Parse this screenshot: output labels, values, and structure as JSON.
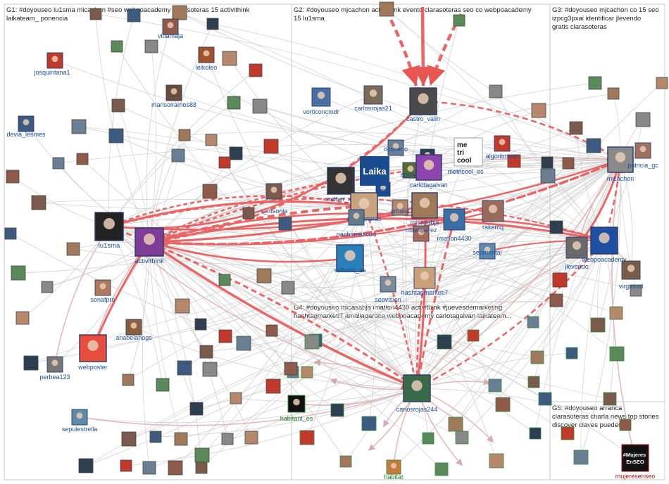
{
  "groups": [
    {
      "id": "g1",
      "label_lines": [
        "G1: #doyouseo lu1sma micachon #seo webpoacademy clarasoteras 15 activithink",
        "laikateam_ ponencia"
      ]
    },
    {
      "id": "g2",
      "label_lines": [
        "G2: #doyouseo mjcachon activithink evento clarasoteras seo co webpoacademy",
        "15 lu1sma"
      ]
    },
    {
      "id": "g3",
      "label_lines": [
        "G3: #doyouseo mjcachon co 15 seo",
        "izpcg3pxai identificar jlevendo",
        "gratis clarasoteras"
      ]
    },
    {
      "id": "g4",
      "label_lines": [
        "G4: #doyouseo micasabja imation4430 activithink #juevesdemarketing",
        "hashtagmarketi7 amaliagaroca webpoacademy carlotagalvan laikateam..."
      ]
    },
    {
      "id": "g5",
      "label_lines": [
        "G5: #doyouseo arranca",
        "clarasoteras charla news top stories",
        "discover claves puedes"
      ]
    }
  ],
  "nodes": [
    {
      "id": "josquintana1",
      "label": "josquintana1",
      "color": "#c0392b"
    },
    {
      "id": "vidamaja",
      "label": "vidamaja",
      "color": "#8e5a4a"
    },
    {
      "id": "leikoleo",
      "label": "leikoleo",
      "color": "#a0522d"
    },
    {
      "id": "marisolramos88",
      "label": "marisolramos88",
      "color": "#6b4c3b"
    },
    {
      "id": "devia_lesmes",
      "label": "devia_lesmes",
      "color": "#3d5a80"
    },
    {
      "id": "lu1sma",
      "label": "lu1sma",
      "color": "#222222"
    },
    {
      "id": "activithink",
      "label": "activithink",
      "color": "#7d3c98"
    },
    {
      "id": "sonafpro",
      "label": "sonafpro",
      "color": "#b07a5a"
    },
    {
      "id": "anabelanogs",
      "label": "anabelanogs",
      "color": "#8b5e3c"
    },
    {
      "id": "webposter",
      "label": "webposter",
      "color": "#e74c3c"
    },
    {
      "id": "perbea123",
      "label": "perbea123",
      "color": "#777777"
    },
    {
      "id": "sepulestrella",
      "label": "sepulestrella",
      "color": "#5d8aa8"
    },
    {
      "id": "vorticoncmdr",
      "label": "vorticoncmdr",
      "color": "#4a6fa5"
    },
    {
      "id": "carlosrojas21",
      "label": "carlosrojas21",
      "color": "#7a6a58"
    },
    {
      "id": "castro_valin",
      "label": "castro_valin",
      "color": "#4a4a4a"
    },
    {
      "id": "ocaserio",
      "label": "ocaserio",
      "color": "#6a7f94"
    },
    {
      "id": "laikateam_",
      "label": "am_",
      "color": "#1b4b8f"
    },
    {
      "id": "aoloigna",
      "label": "aoloign",
      "color": "#556b2f"
    },
    {
      "id": "seox",
      "label": "se",
      "color": "#2c3e50"
    },
    {
      "id": "esther_az",
      "label": "esther_az",
      "color": "#333333"
    },
    {
      "id": "clarasoteras",
      "label": "clarasoteras",
      "color": "#c9a27e"
    },
    {
      "id": "amalia",
      "label": "amalia",
      "color": "#b5876b"
    },
    {
      "id": "micasabja",
      "label": "micasabja",
      "color": "#a0785a"
    },
    {
      "id": "metricool_es",
      "label": "metricool_es",
      "color": "#222222"
    },
    {
      "id": "carlotagalvan",
      "label": "carlotagalvan",
      "color": "#8e44ad"
    },
    {
      "id": "algoritmove",
      "label": "algoritmove",
      "color": "#c0392b"
    },
    {
      "id": "s_msonia",
      "label": "s_msonia",
      "color": "#7b5b4b"
    },
    {
      "id": "nachomascort",
      "label": "nachomascort",
      "color": "#5f7a8a"
    },
    {
      "id": "mirenperez",
      "label": "mirenperez",
      "color": "#a46a5a"
    },
    {
      "id": "imation4430",
      "label": "imation4430",
      "color": "#3a6ea5"
    },
    {
      "id": "rakemq",
      "label": "rakemq",
      "color": "#9a6a5a"
    },
    {
      "id": "seomental",
      "label": "seomental",
      "color": "#5a8ab0"
    },
    {
      "id": "softonic_es",
      "label": "softonic_es",
      "color": "#2980b9"
    },
    {
      "id": "hashtagmarketi7",
      "label": "hashtagmarketi7",
      "color": "#c8a07a"
    },
    {
      "id": "seovision",
      "label": "seovision",
      "color": "#7a8a9a"
    },
    {
      "id": "mjcachon",
      "label": "mjcachon",
      "color": "#8a8a8a"
    },
    {
      "id": "patricia_gc",
      "label": "patricia_gc",
      "color": "#a07060"
    },
    {
      "id": "webpoacademy",
      "label": "webpoacademy",
      "color": "#1f4fa0"
    },
    {
      "id": "jlevendo",
      "label": "jlevendo",
      "color": "#6a6a6a"
    },
    {
      "id": "virginrod",
      "label": "virginrod",
      "color": "#7a5a4a"
    },
    {
      "id": "carlosrojas244",
      "label": "carlosrojas244",
      "color": "#3a6a4a"
    },
    {
      "id": "habitant_es",
      "label": "habitant_es",
      "color": "#111111"
    },
    {
      "id": "habitat",
      "label": "habitat",
      "color": "#c87a3a"
    },
    {
      "id": "mujeresenseo",
      "label": "mujeresenseo",
      "color": "#1a1a1a"
    }
  ],
  "badges": {
    "laika": "Laika",
    "metricool": [
      "me",
      "tri",
      "cool"
    ],
    "mujeres": [
      "#Mujeres",
      "EnSEO"
    ]
  }
}
